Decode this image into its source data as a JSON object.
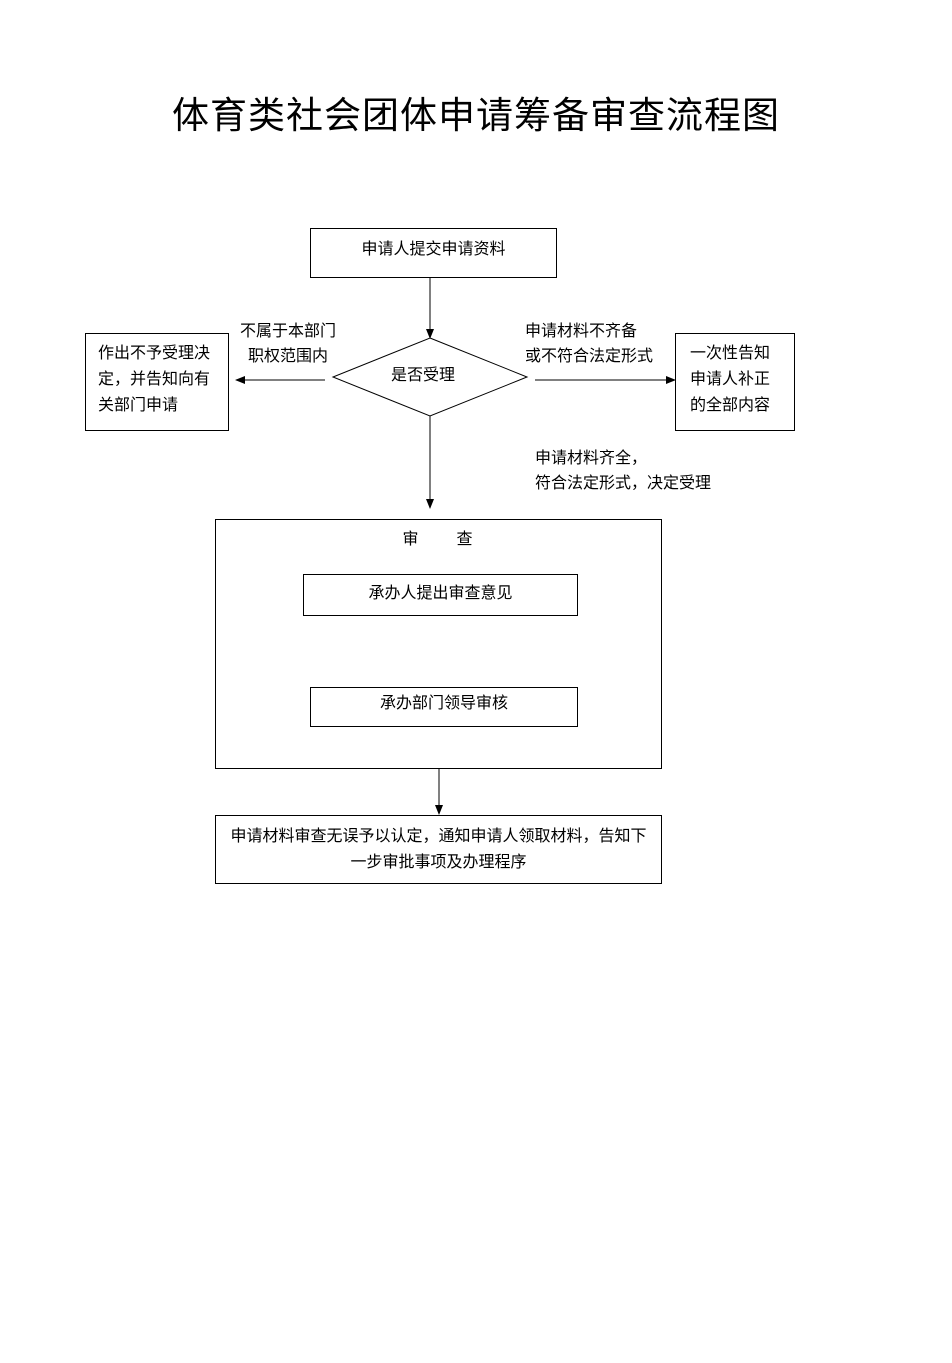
{
  "title": "体育类社会团体申请筹备审查流程图",
  "nodes": {
    "submit": "申请人提交申请资料",
    "decision": "是否受理",
    "reject": "作出不予受理决定，并告知向有关部门申请",
    "notify": "一次性告知申请人补正的全部内容",
    "review_title": "审　　查",
    "review_step1": "承办人提出审查意见",
    "review_step2": "承办部门领导审核",
    "final": "申请材料审查无误予以认定，通知申请人领取材料，告知下一步审批事项及办理程序"
  },
  "edges": {
    "not_in_scope": "不属于本部门\n职权范围内",
    "incomplete": "申请材料不齐备\n或不符合法定形式",
    "accepted": "申请材料齐全，\n符合法定形式，决定受理"
  }
}
